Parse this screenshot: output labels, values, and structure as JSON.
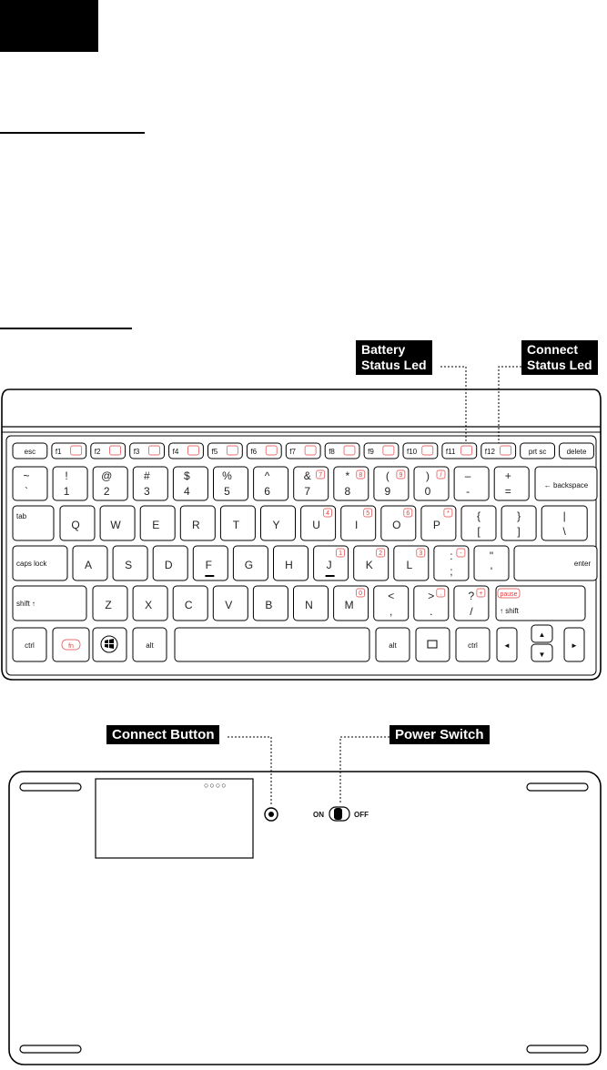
{
  "callouts": {
    "battery_led": [
      "Battery",
      "Status Led"
    ],
    "connect_led": [
      "Connect",
      "Status Led"
    ],
    "connect_button": "Connect Button",
    "power_switch": "Power Switch"
  },
  "switch": {
    "on": "ON",
    "off": "OFF"
  },
  "function_row": [
    "esc",
    "f1",
    "f2",
    "f3",
    "f4",
    "f5",
    "f6",
    "f7",
    "f8",
    "f9",
    "f10",
    "f11",
    "f12",
    "prt sc",
    "delete"
  ],
  "number_row": [
    {
      "top": "~",
      "bottom": "`"
    },
    {
      "top": "!",
      "bottom": "1"
    },
    {
      "top": "@",
      "bottom": "2"
    },
    {
      "top": "#",
      "bottom": "3"
    },
    {
      "top": "$",
      "bottom": "4"
    },
    {
      "top": "%",
      "bottom": "5"
    },
    {
      "top": "^",
      "bottom": "6"
    },
    {
      "top": "&",
      "bottom": "7",
      "sub": "7"
    },
    {
      "top": "*",
      "bottom": "8",
      "sub": "8"
    },
    {
      "top": "(",
      "bottom": "9",
      "sub": "9"
    },
    {
      "top": ")",
      "bottom": "0",
      "sub": "/"
    },
    {
      "top": "–",
      "bottom": "-"
    },
    {
      "top": "+",
      "bottom": "="
    }
  ],
  "backspace": "← backspace",
  "tab": "tab",
  "qwerty_row": [
    {
      "k": "Q"
    },
    {
      "k": "W"
    },
    {
      "k": "E"
    },
    {
      "k": "R"
    },
    {
      "k": "T"
    },
    {
      "k": "Y"
    },
    {
      "k": "U",
      "sub": "4"
    },
    {
      "k": "I",
      "sub": "5"
    },
    {
      "k": "O",
      "sub": "6"
    },
    {
      "k": "P",
      "sub": "*"
    },
    {
      "k": "{\n["
    },
    {
      "k": "}\n]"
    },
    {
      "k": "|\n\\"
    }
  ],
  "caps_lock": "caps lock",
  "home_row": [
    {
      "k": "A"
    },
    {
      "k": "S"
    },
    {
      "k": "D"
    },
    {
      "k": "F"
    },
    {
      "k": "G"
    },
    {
      "k": "H"
    },
    {
      "k": "J",
      "sub": "1"
    },
    {
      "k": "K",
      "sub": "2"
    },
    {
      "k": "L",
      "sub": "3"
    },
    {
      "k": ":\n;",
      "sub": "-"
    },
    {
      "k": "\"\n'"
    }
  ],
  "enter": "enter",
  "shift_left": "shift ↑",
  "bottom_letter_row": [
    {
      "k": "Z"
    },
    {
      "k": "X"
    },
    {
      "k": "C"
    },
    {
      "k": "V"
    },
    {
      "k": "B"
    },
    {
      "k": "N"
    },
    {
      "k": "M",
      "sub": "0"
    },
    {
      "k": "<\n,"
    },
    {
      "k": ">\n.",
      "sub": "."
    },
    {
      "k": "?\n/",
      "sub": "+"
    }
  ],
  "shift_right": "↑ shift",
  "pause": "pause",
  "space_row": [
    "ctrl",
    "fn",
    "",
    "alt",
    "",
    "alt",
    "",
    "ctrl"
  ],
  "pins": "○○○○",
  "colors": {
    "ink": "#000000",
    "accent_red": "#e04040"
  }
}
